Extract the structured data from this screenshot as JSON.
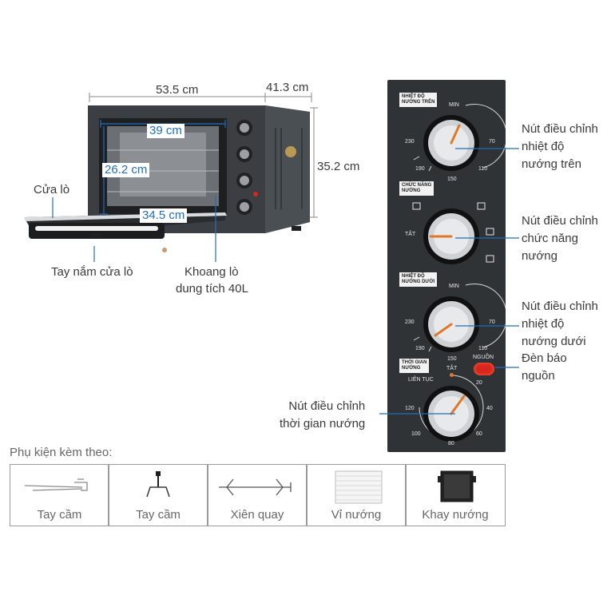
{
  "dimensions": {
    "width": "53.5 cm",
    "depth": "41.3 cm",
    "height": "35.2 cm",
    "inner_width": "39 cm",
    "inner_height": "26.2 cm",
    "inner_depth": "34.5 cm"
  },
  "oven_labels": {
    "door": "Cửa lò",
    "handle": "Tay nắm cửa lò",
    "cavity_line1": "Khoang lò",
    "cavity_line2": "dung tích 40L"
  },
  "panel": {
    "top_heat_tag_line1": "NHIỆT ĐỘ",
    "top_heat_tag_line2": "NƯỚNG TRÊN",
    "function_tag_line1": "CHỨC NĂNG",
    "function_tag_line2": "NƯỚNG",
    "bottom_heat_tag_line1": "NHIỆT ĐỘ",
    "bottom_heat_tag_line2": "NƯỚNG DƯỚI",
    "timer_tag_line1": "THỜI GIAN",
    "timer_tag_line2": "NƯỚNG",
    "temp_scale": {
      "min": "MIN",
      "t230": "230",
      "t190": "190",
      "t150": "150",
      "t110": "110",
      "t70": "70"
    },
    "off": "TẮT",
    "continuous": "LIÊN TỤC",
    "power": "NGUỒN",
    "timer_scale": {
      "t20": "20",
      "t40": "40",
      "t60": "60",
      "t80": "80",
      "t100": "100",
      "t120": "120"
    }
  },
  "notes": {
    "top_knob": [
      "Nút điều chỉnh",
      "nhiệt độ",
      "nướng trên"
    ],
    "function_knob": [
      "Nút điều chỉnh",
      "chức năng",
      "nướng"
    ],
    "bottom_knob": [
      "Nút điều chỉnh",
      "nhiệt độ",
      "nướng dưới"
    ],
    "power_light": [
      "Đèn báo",
      "nguồn"
    ],
    "timer_knob": [
      "Nút điều chỉnh",
      "thời gian nướng"
    ]
  },
  "accessories": {
    "title": "Phụ kiện kèm theo:",
    "items": [
      {
        "label": "Tay cầm",
        "icon": "tray-handle-icon"
      },
      {
        "label": "Tay cầm",
        "icon": "rotisserie-handle-icon"
      },
      {
        "label": "Xiên quay",
        "icon": "rotisserie-spit-icon"
      },
      {
        "label": "Vỉ nướng",
        "icon": "wire-rack-icon"
      },
      {
        "label": "Khay nướng",
        "icon": "baking-tray-icon"
      }
    ]
  },
  "colors": {
    "panel": "#2f3336",
    "dimension_blue": "#1f6fbf",
    "knob_pointer": "#e0782a",
    "power_light": "#d7261e"
  }
}
